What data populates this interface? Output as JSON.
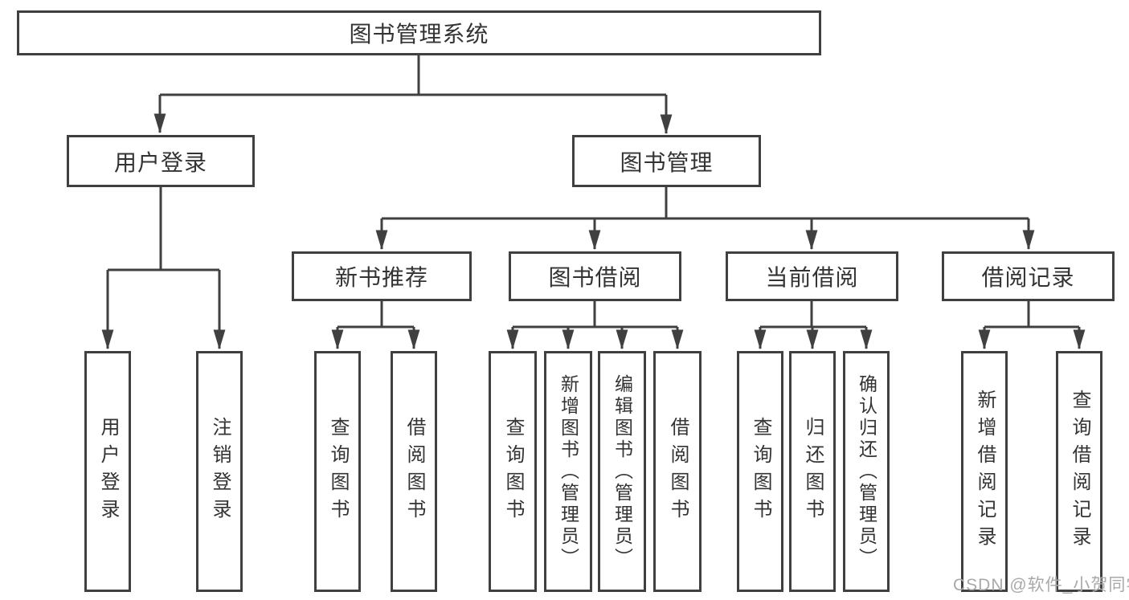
{
  "tree": {
    "root": "图书管理系统",
    "branches": [
      {
        "label": "用户登录",
        "children": [
          "用户登录",
          "注销登录"
        ]
      },
      {
        "label": "图书管理",
        "groups": [
          {
            "label": "新书推荐",
            "children": [
              "查询图书",
              "借阅图书"
            ]
          },
          {
            "label": "图书借阅",
            "children": [
              "查询图书",
              "新增图书（管理员）",
              "编辑图书（管理员）",
              "借阅图书"
            ]
          },
          {
            "label": "当前借阅",
            "children": [
              "查询图书",
              "归还图书",
              "确认归还（管理员）"
            ]
          },
          {
            "label": "借阅记录",
            "children": [
              "新增借阅记录",
              "查询借阅记录"
            ]
          }
        ]
      }
    ]
  },
  "watermark": "CSDN @软件_小贺同学",
  "colors": {
    "line": "#404040",
    "text": "#333333",
    "watermark": "#a9a9a9",
    "background": "#ffffff"
  }
}
